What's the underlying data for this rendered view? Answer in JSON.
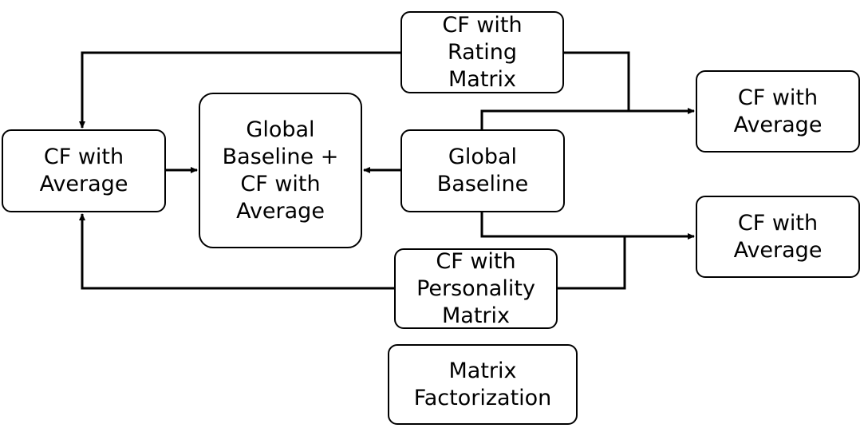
{
  "nodes": {
    "cf_rating": "CF with\nRating\nMatrix",
    "cf_avg_right_top": "CF with\nAverage",
    "cf_avg_left": "CF with\nAverage",
    "global_plus": "Global\nBaseline +\nCF with\nAverage",
    "global_baseline": "Global\nBaseline",
    "cf_avg_right_bottom": "CF with\nAverage",
    "cf_personality": "CF with\nPersonality\nMatrix",
    "matrix_factorization": "Matrix\nFactorization"
  }
}
